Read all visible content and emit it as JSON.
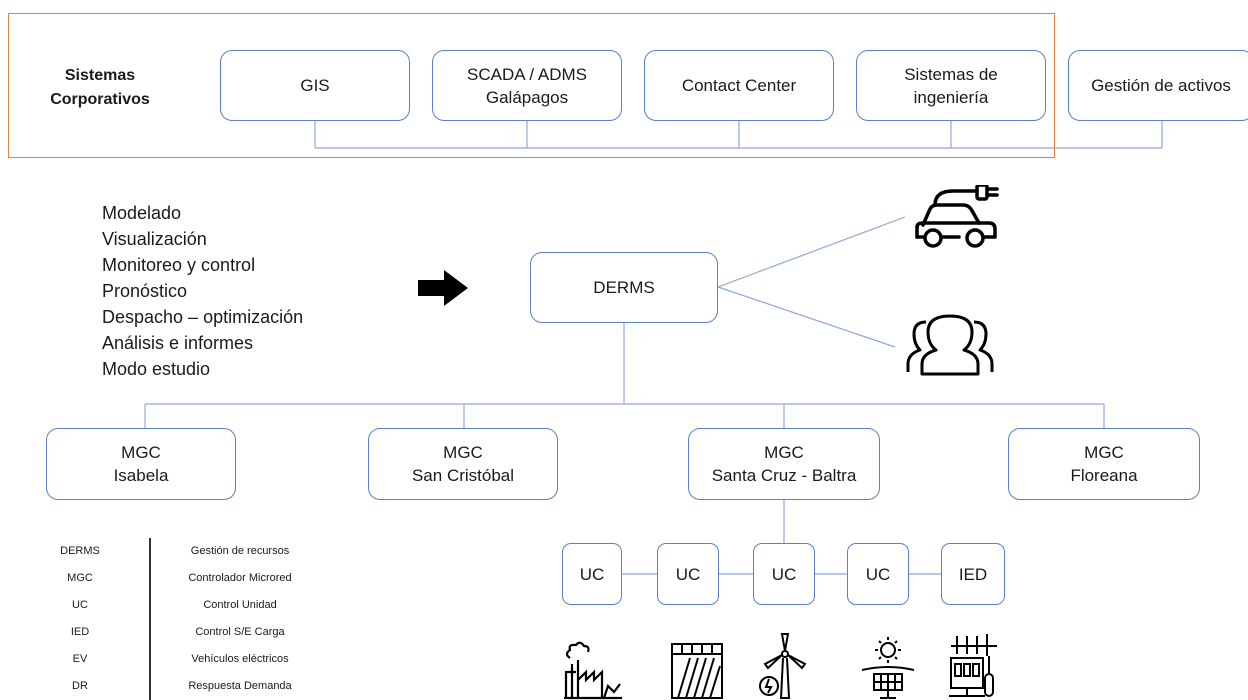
{
  "corporate": {
    "title_line1": "Sistemas",
    "title_line2": "Corporativos",
    "systems": [
      {
        "line1": "GIS",
        "line2": ""
      },
      {
        "line1": "SCADA / ADMS",
        "line2": "Galápagos"
      },
      {
        "line1": "Contact Center",
        "line2": ""
      },
      {
        "line1": "Sistemas de",
        "line2": "ingeniería"
      },
      {
        "line1": "Gestión de activos",
        "line2": ""
      }
    ]
  },
  "functions": [
    "Modelado",
    "Visualización",
    "Monitoreo y control",
    "Pronóstico",
    "Despacho – optimización",
    "Análisis e informes",
    "Modo estudio"
  ],
  "derms": {
    "label": "DERMS"
  },
  "mgcs": [
    {
      "line1": "MGC",
      "line2": "Isabela"
    },
    {
      "line1": "MGC",
      "line2": "San Cristóbal"
    },
    {
      "line1": "MGC",
      "line2": "Santa Cruz - Baltra"
    },
    {
      "line1": "MGC",
      "line2": "Floreana"
    }
  ],
  "units": [
    "UC",
    "UC",
    "UC",
    "UC",
    "IED"
  ],
  "legend": [
    {
      "abbr": "DERMS",
      "desc": "Gestión de recursos"
    },
    {
      "abbr": "MGC",
      "desc": "Controlador Microred"
    },
    {
      "abbr": "UC",
      "desc": "Control Unidad"
    },
    {
      "abbr": "IED",
      "desc": "Control S/E Carga"
    },
    {
      "abbr": "EV",
      "desc": "Vehículos eléctricos"
    },
    {
      "abbr": "DR",
      "desc": "Respuesta Demanda"
    }
  ],
  "icons": {
    "ev": "electric-car-icon",
    "dr": "people-group-icon",
    "arrow": "right-arrow-icon",
    "generation": [
      "thermal-plant-icon",
      "hydro-dam-icon",
      "wind-turbine-icon",
      "solar-panel-icon",
      "substation-icon"
    ]
  },
  "colors": {
    "box_border": "#5b7fc9",
    "connector": "#8fa8d8",
    "corporate_frame": "#e1813a",
    "text": "#1a1a1a"
  }
}
